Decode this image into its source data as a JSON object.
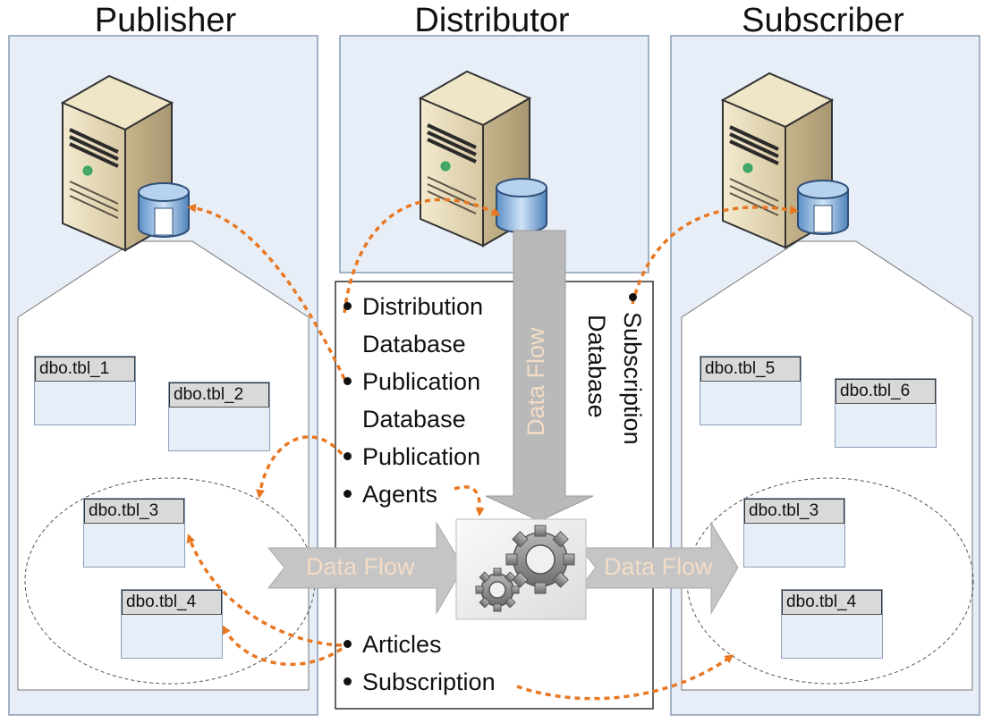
{
  "titles": {
    "publisher": "Publisher",
    "distributor": "Distributor",
    "subscriber": "Subscriber"
  },
  "publisher_tables": {
    "t1": "dbo.tbl_1",
    "t2": "dbo.tbl_2",
    "t3": "dbo.tbl_3",
    "t4": "dbo.tbl_4"
  },
  "subscriber_tables": {
    "t5": "dbo.tbl_5",
    "t6": "dbo.tbl_6",
    "t3": "dbo.tbl_3",
    "t4": "dbo.tbl_4"
  },
  "distributor_list": {
    "distribution": "Distribution",
    "distribution_2": "Database",
    "publication_db": "Publication",
    "publication_db_2": "Database",
    "publication": "Publication",
    "agents": "Agents",
    "articles": "Articles",
    "subscription": "Subscription"
  },
  "subscription_db_label": {
    "line1": "Subscription",
    "line2": "Database"
  },
  "data_flow": {
    "vertical": "Data Flow",
    "left": "Data Flow",
    "right": "Data Flow"
  },
  "colors": {
    "panel": "#e7eef8",
    "panel_border": "#8a9cb4",
    "arrow": "#e87722",
    "flow_arrow": "#b9b9b9"
  },
  "icons": {
    "server": "server-tower-icon",
    "database": "database-cylinder-icon",
    "gears": "gears-icon"
  }
}
